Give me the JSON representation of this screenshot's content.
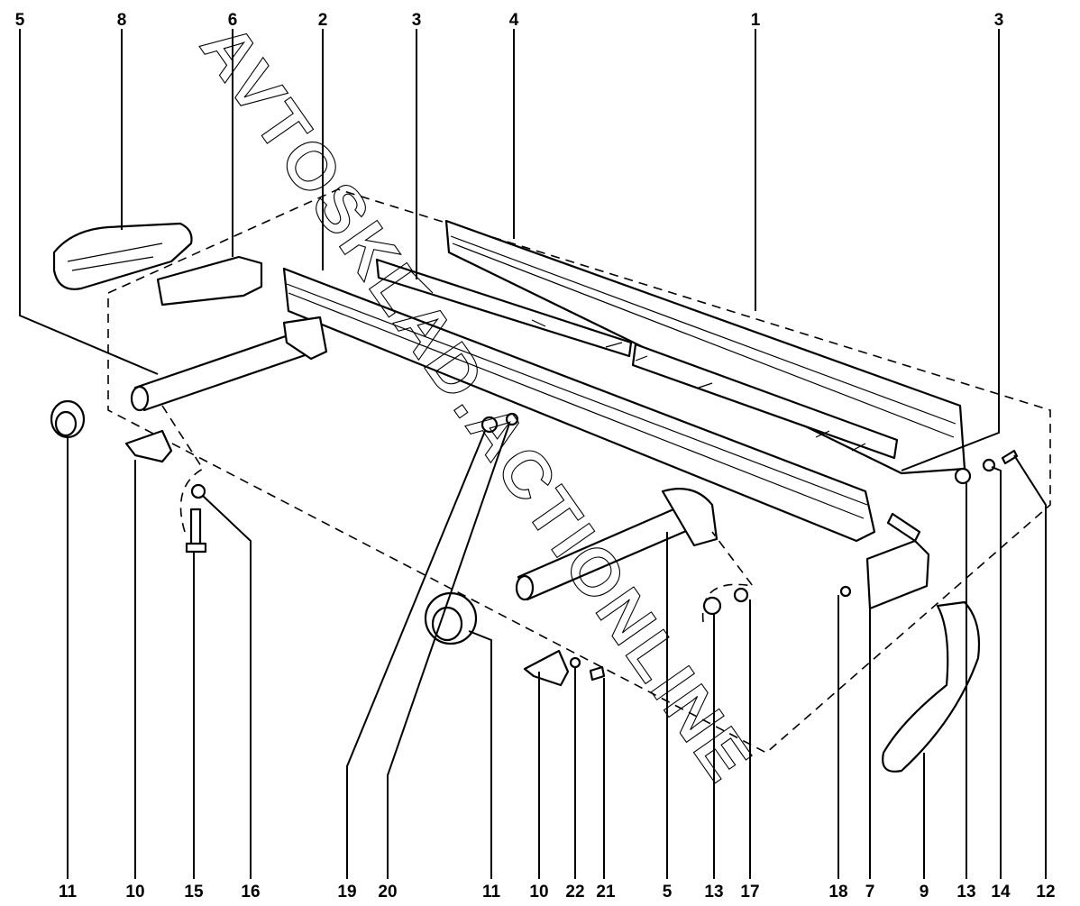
{
  "diagram": {
    "watermark": "AVTOSKLAD.ACTIONLINE",
    "callouts_top": [
      "5",
      "8",
      "6",
      "2",
      "3",
      "4",
      "1",
      "3"
    ],
    "callouts_bottom": [
      "11",
      "10",
      "15",
      "16",
      "19",
      "20",
      "11",
      "10",
      "22",
      "21",
      "5",
      "13",
      "17",
      "18",
      "7",
      "9",
      "13",
      "14",
      "12"
    ]
  }
}
